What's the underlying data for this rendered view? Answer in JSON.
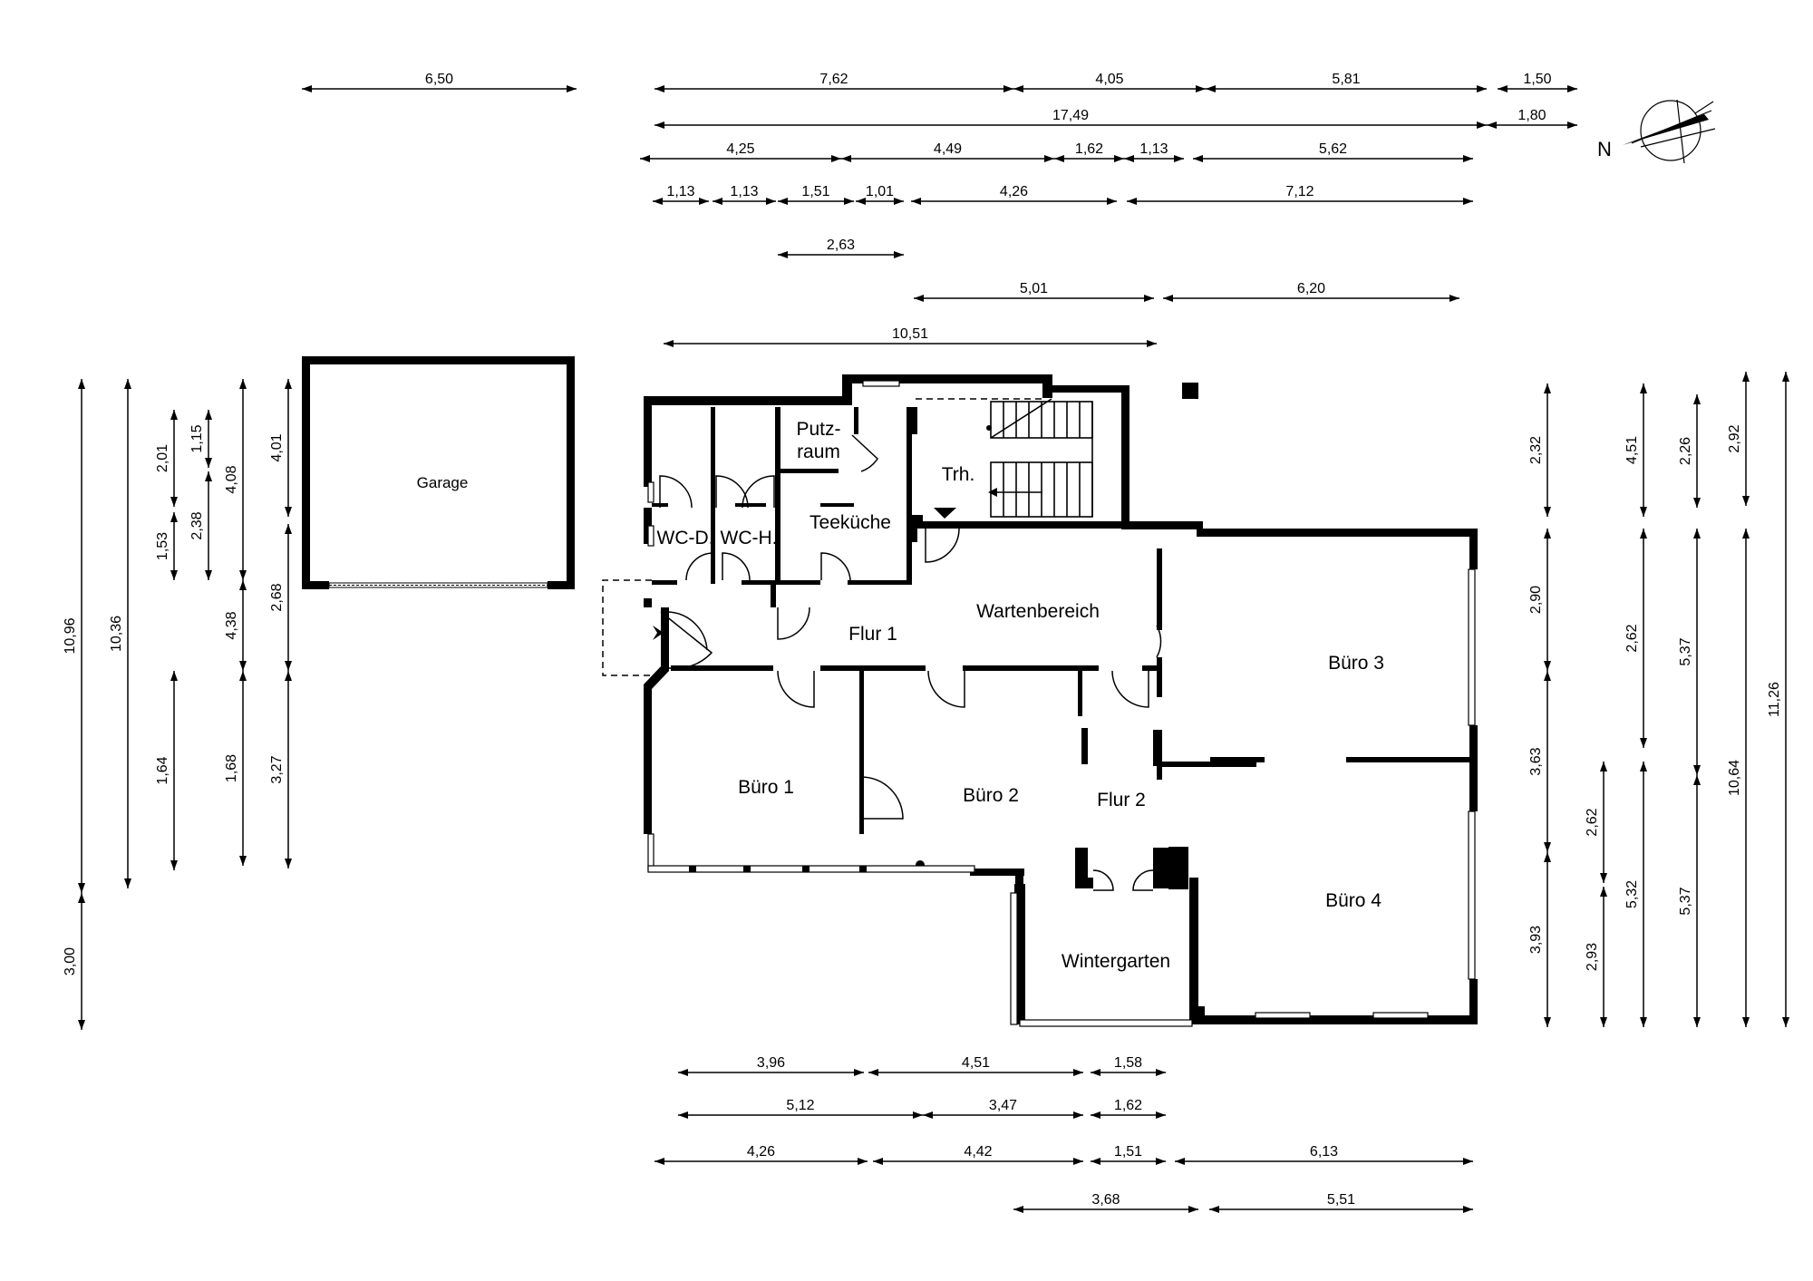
{
  "rooms": {
    "garage": "Garage",
    "putzraum_line1": "Putz-",
    "putzraum_line2": "raum",
    "treppenhaus": "Trh.",
    "teekueche": "Teeküche",
    "wc_damen": "WC-D.",
    "wc_herren": "WC-H.",
    "flur1": "Flur 1",
    "wartenbereich": "Wartenbereich",
    "buero3": "Büro 3",
    "buero1": "Büro 1",
    "buero2": "Büro 2",
    "flur2": "Flur 2",
    "buero4": "Büro 4",
    "wintergarten": "Wintergarten"
  },
  "compass": {
    "label": "N",
    "icon": "north-arrow-icon"
  },
  "dimensions": {
    "top": [
      "6,50",
      "7,62",
      "4,05",
      "5,81",
      "1,50",
      "17,49",
      "1,80",
      "4,25",
      "4,49",
      "1,62",
      "1,13",
      "5,62",
      "1,13",
      "1,13",
      "1,51",
      "1,01",
      "4,26",
      "7,12",
      "2,63",
      "5,01",
      "6,20",
      "10,51"
    ],
    "bottom": [
      "3,96",
      "4,51",
      "1,58",
      "5,12",
      "3,47",
      "1,62",
      "4,26",
      "4,42",
      "1,51",
      "6,13",
      "3,68",
      "5,51"
    ],
    "left": [
      "10,96",
      "3,00",
      "10,36",
      "2,01",
      "1,15",
      "1,53",
      "2,38",
      "1,64",
      "4,08",
      "4,38",
      "1,68",
      "4,01",
      "2,68",
      "3,27",
      "4,08"
    ],
    "right": [
      "2,32",
      "2,90",
      "3,63",
      "3,93",
      "2,62",
      "4,51",
      "2,62",
      "2,93",
      "2,26",
      "5,37",
      "5,32",
      "5,37",
      "2,92",
      "10,64",
      "11,26"
    ]
  }
}
